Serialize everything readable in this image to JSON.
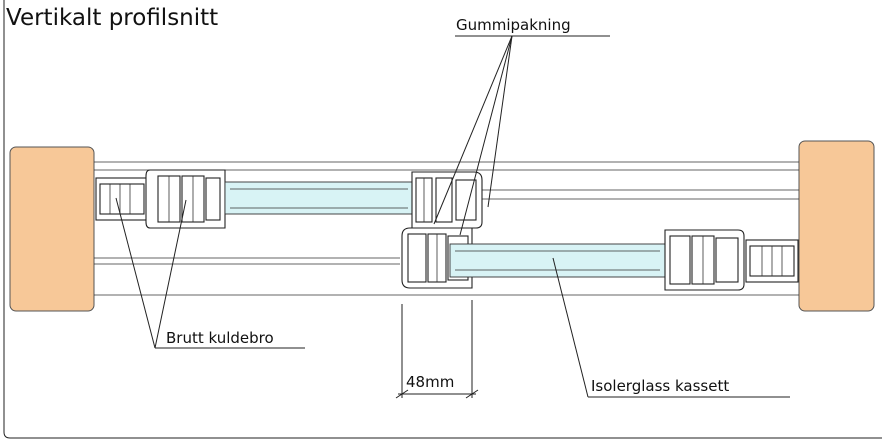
{
  "title": "Vertikalt profilsnitt",
  "labels": {
    "gasket": "Gummipakning",
    "thermal_break": "Brutt kuldebro",
    "dimension": "48mm",
    "glass_cassette": "Isolerglass kassett"
  },
  "colors": {
    "wood": "#f7c898",
    "glass": "#d8f3f5",
    "line": "#222222"
  }
}
